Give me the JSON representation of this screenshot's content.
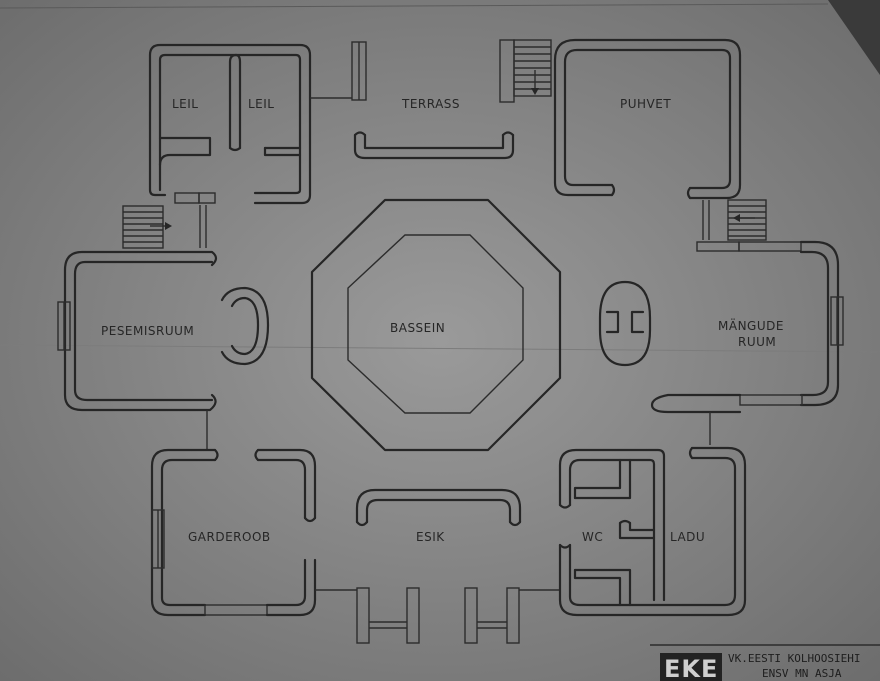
{
  "rooms": {
    "leil_1": "LEIL",
    "leil_2": "LEIL",
    "terrass": "TERRASS",
    "puhvet": "PUHVET",
    "pesemisruum": "PESEMISRUUM",
    "bassein": "BASSEIN",
    "mangude_ruum_line1": "MÄNGUDE",
    "mangude_ruum_line2": "RUUM",
    "garderoob": "GARDEROOB",
    "esik": "ESIK",
    "wc": "WC",
    "ladu": "LADU"
  },
  "title_block": {
    "logo": "EKE",
    "line1": "VK.EESTI KOLHOOSIEHI",
    "line2": "ENSV MN ASJA"
  }
}
